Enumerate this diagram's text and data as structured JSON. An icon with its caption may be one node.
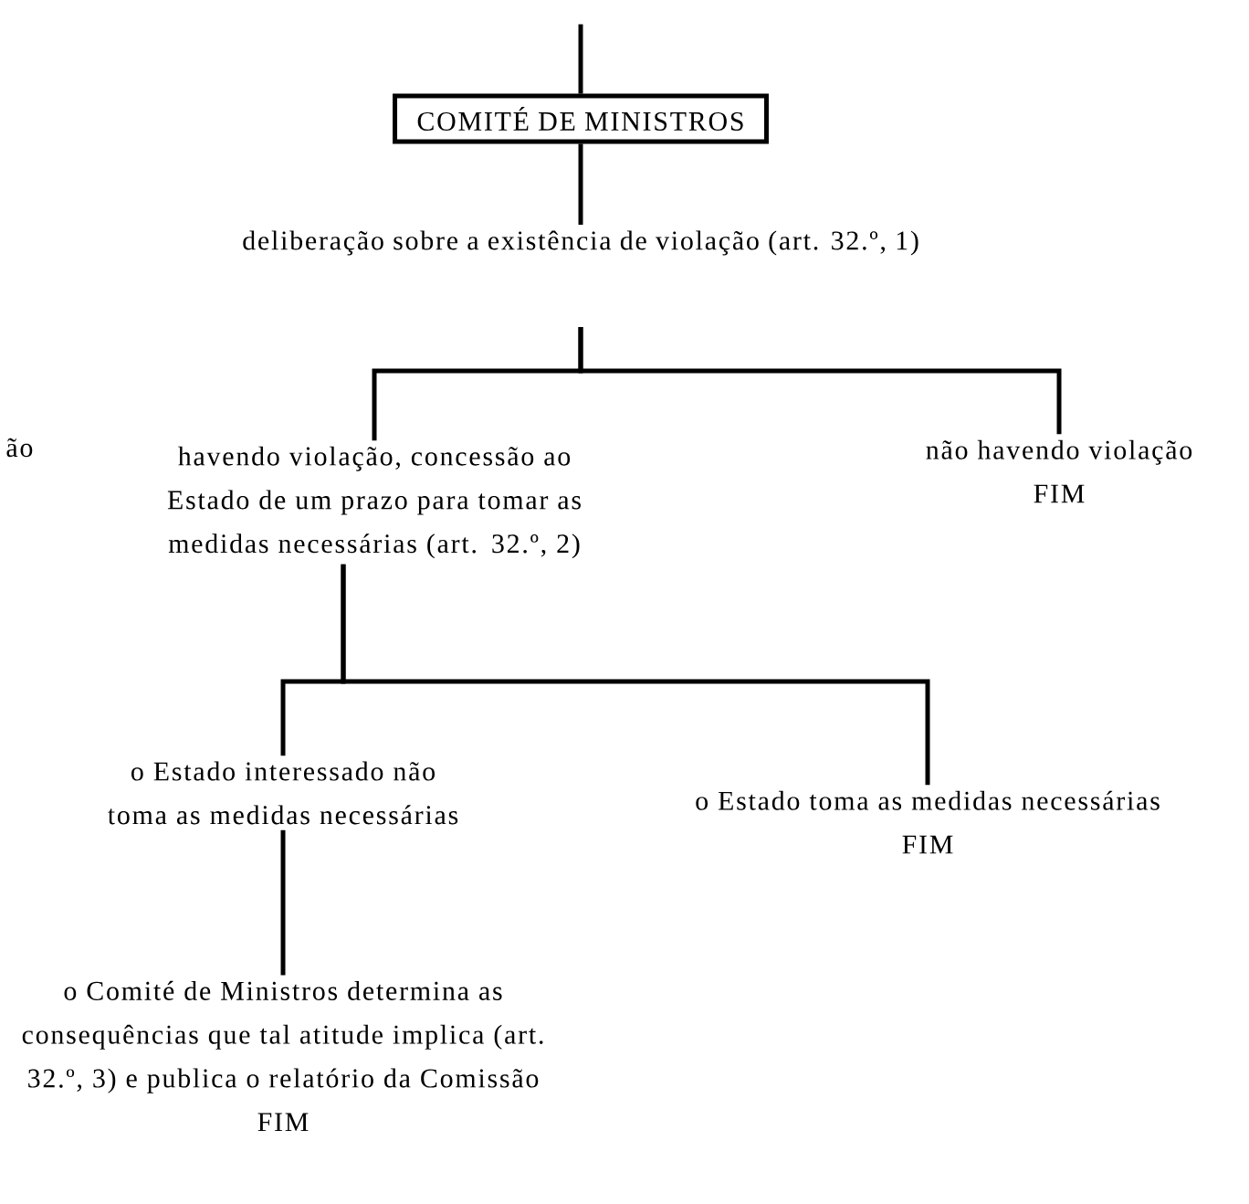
{
  "diagram": {
    "nodes": [
      {
        "text": [
          "COMITÉ DE MINISTROS"
        ]
      },
      {
        "text": [
          "deliberação sobre a existência de violação (art. 32.º, 1)"
        ]
      },
      {
        "text": [
          "havendo violação, concessão ao Estado de um prazo para tomar as medidas necessárias (art. 32.º, 2)"
        ]
      },
      {
        "text": [
          "não havendo violação",
          "FIM"
        ]
      },
      {
        "text": [
          "o Estado interessado não toma as medidas necessárias"
        ]
      },
      {
        "text": [
          "o Estado toma as medidas necessárias",
          "FIM"
        ]
      },
      {
        "text": [
          "o Comité de Ministros determina as consequências que tal atitude implica (art. 32.º, 3) e publica o relatório da Comissão",
          "FIM"
        ]
      }
    ],
    "edges": [
      {
        "from": null,
        "to": 0,
        "arrow": "none"
      },
      {
        "from": 0,
        "to": 1,
        "arrow": "none"
      },
      {
        "from": 1,
        "to": 2,
        "arrow": "none"
      },
      {
        "from": 1,
        "to": 3,
        "arrow": "none"
      },
      {
        "from": 2,
        "to": 4,
        "arrow": "none"
      },
      {
        "from": 2,
        "to": 5,
        "arrow": "none"
      },
      {
        "from": 4,
        "to": 6,
        "arrow": "none"
      }
    ],
    "labels": [
      "ão"
    ]
  }
}
